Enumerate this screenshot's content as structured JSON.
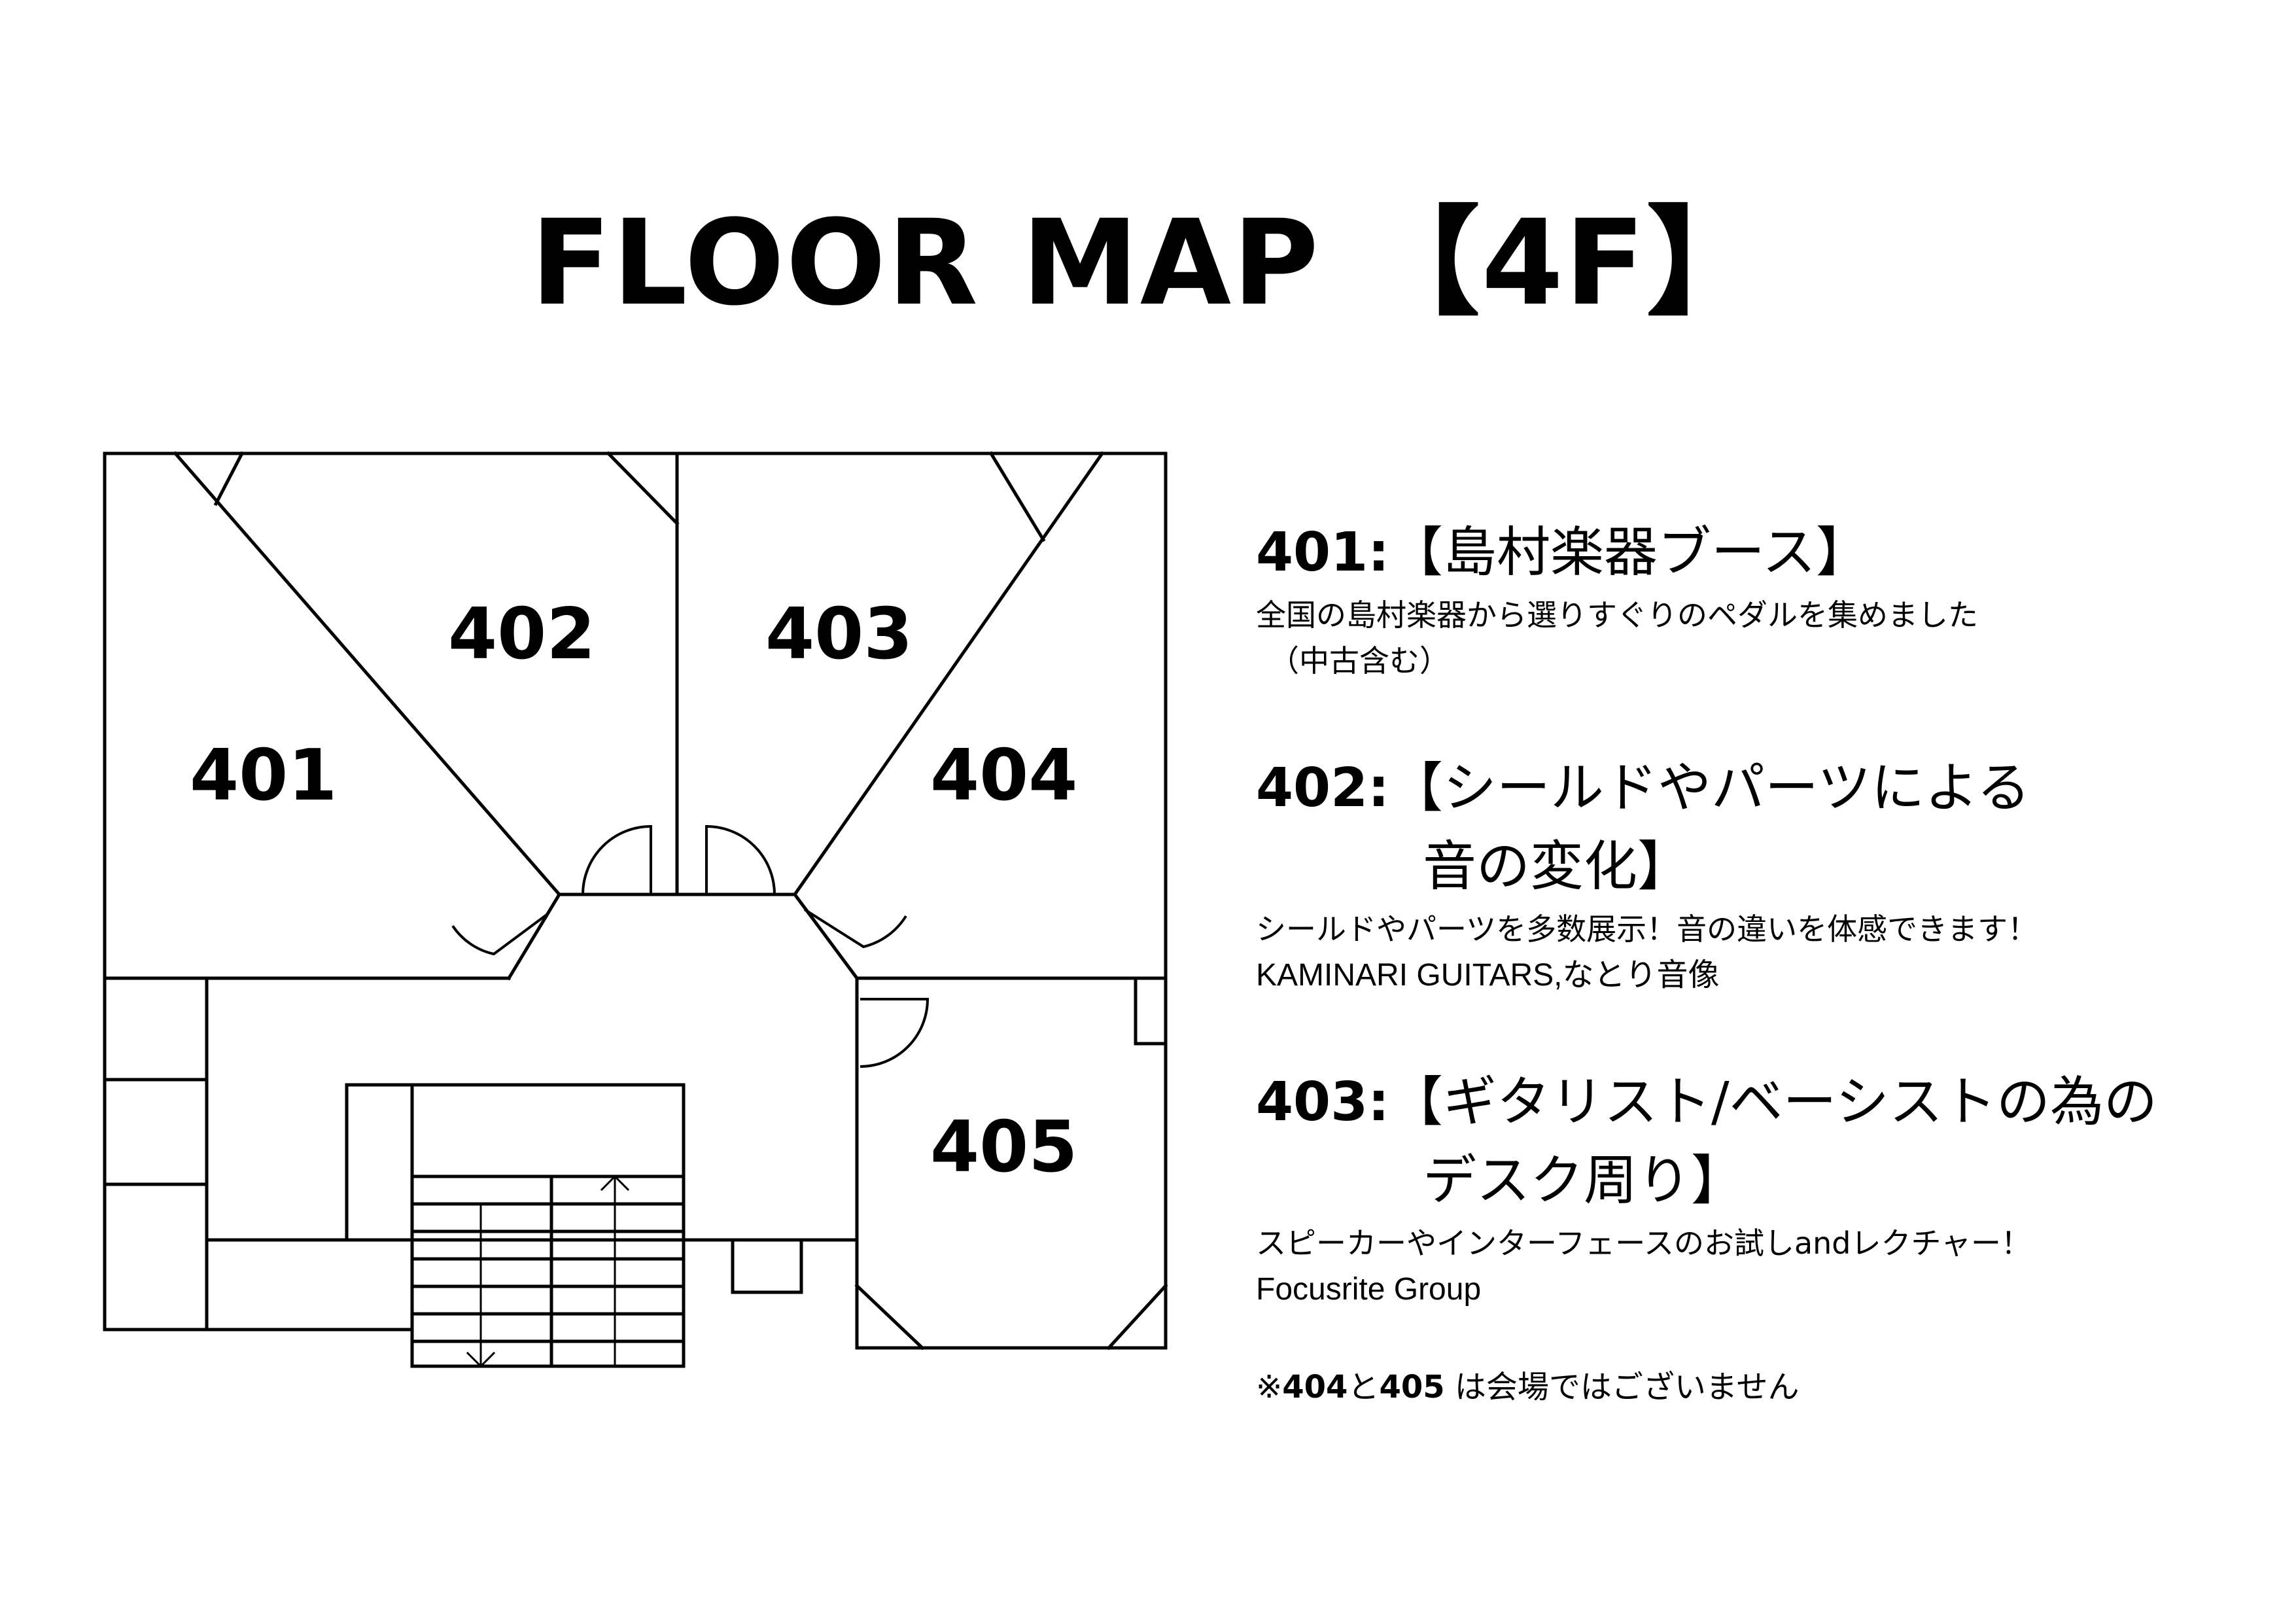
{
  "title": "FLOOR MAP 【4F】",
  "rooms": {
    "r401": "401",
    "r402": "402",
    "r403": "403",
    "r404": "404",
    "r405": "405"
  },
  "info": [
    {
      "number": "401:",
      "name_line1": "【島村楽器ブース】",
      "name_line2": "",
      "description": [
        "全国の島村楽器から選りすぐりのペダルを集めました",
        "（中古含む）"
      ],
      "sponsor": ""
    },
    {
      "number": "402:",
      "name_line1": "【シールドやパーツによる",
      "name_line2": "音の変化】",
      "description": [
        "シールドやパーツを多数展示！音の違いを体感できます！"
      ],
      "sponsor": "KAMINARI GUITARS,なとり音像"
    },
    {
      "number": "403:",
      "name_line1": "【ギタリスト/ベーシストの為の",
      "name_line2": "デスク周り】",
      "description": [
        "スピーカーやインターフェースのお試しandレクチャー！"
      ],
      "sponsor": "Focusrite Group"
    }
  ],
  "note": {
    "prefix": "※",
    "a": "404",
    "mid": "と",
    "b": "405",
    "suffix": " は会場ではございません"
  }
}
